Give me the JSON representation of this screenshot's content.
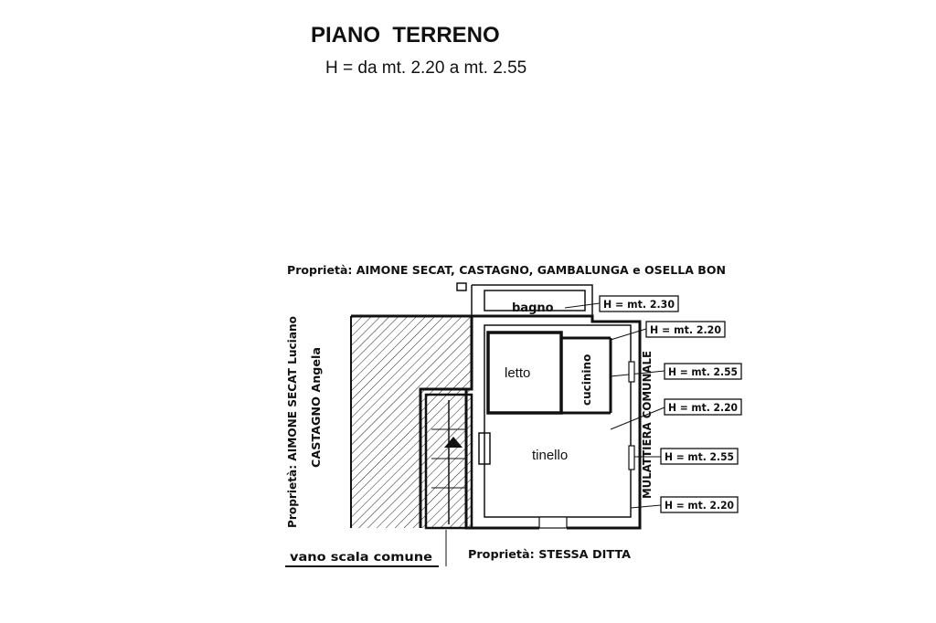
{
  "title": "PIANO  TERRENO",
  "subtitle": "H = da mt. 2.20 a mt. 2.55",
  "labels": {
    "north_owner": "Proprietà: AIMONE SECAT, CASTAGNO, GAMBALUNGA e OSELLA BON",
    "west_owner_line1": "Proprietà: AIMONE SECAT Luciano",
    "west_owner_line2": "CASTAGNO Angela",
    "south_owner": "Proprietà: STESSA DITTA",
    "east_road": "MULATTIERA COMUNALE",
    "stair": "vano scala comune"
  },
  "rooms": {
    "bagno": "bagno",
    "letto": "letto",
    "cucinino": "cucinino",
    "tinello": "tinello"
  },
  "heights": [
    "H = mt. 2.30",
    "H = mt. 2.20",
    "H = mt. 2.55",
    "H = mt. 2.20",
    "H = mt. 2.55",
    "H = mt. 2.20"
  ]
}
